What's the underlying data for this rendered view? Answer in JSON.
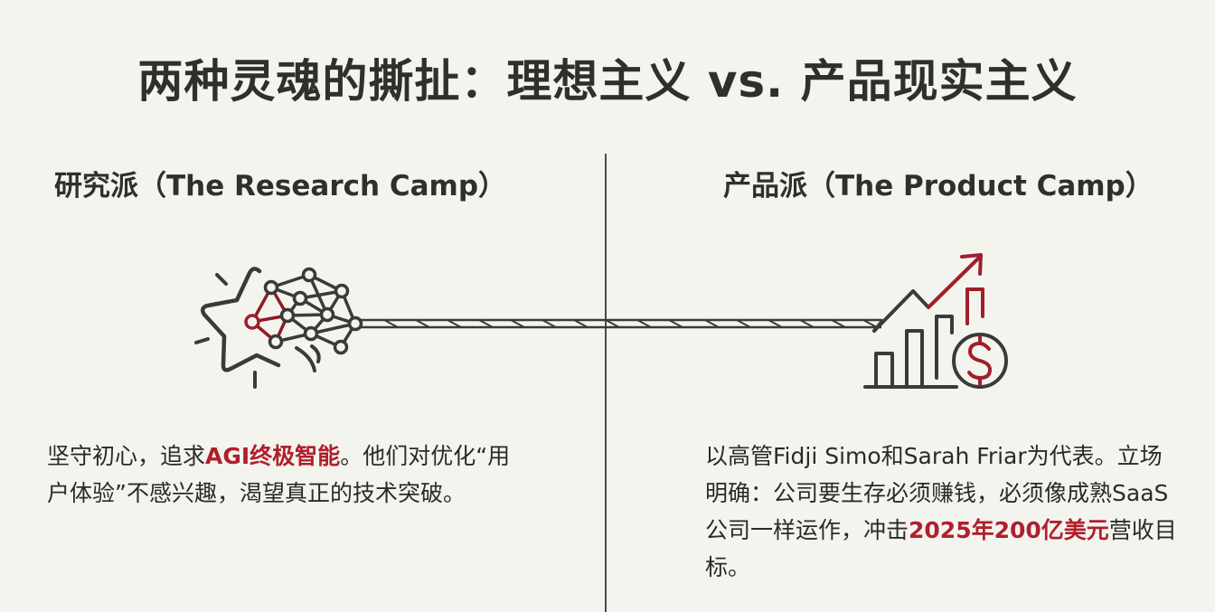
{
  "title": "两种灵魂的撕扯：理想主义 vs. 产品现实主义",
  "colors": {
    "background": "#f4f4ef",
    "text": "#2f2f2d",
    "accent": "#b01f2c",
    "line": "#3a3a38"
  },
  "left": {
    "heading": "研究派（The Research Camp）",
    "icon": "star-neural-brain-icon",
    "description": {
      "before": "坚守初心，追求",
      "highlight": "AGI终极智能",
      "after": "。他们对优化“用户体验”不感兴趣，渴望真正的技术突破。"
    }
  },
  "right": {
    "heading": "产品派（The Product Camp）",
    "icon": "revenue-growth-chart-icon",
    "description": {
      "before": "以高管Fidji Simo和Sarah Friar为代表。立场明确：公司要生存必须赚钱，必须像成熟SaaS公司一样运作，冲击",
      "highlight": "2025年200亿美元",
      "after": "营收目标。"
    }
  },
  "connector": "tug-of-war-rope"
}
